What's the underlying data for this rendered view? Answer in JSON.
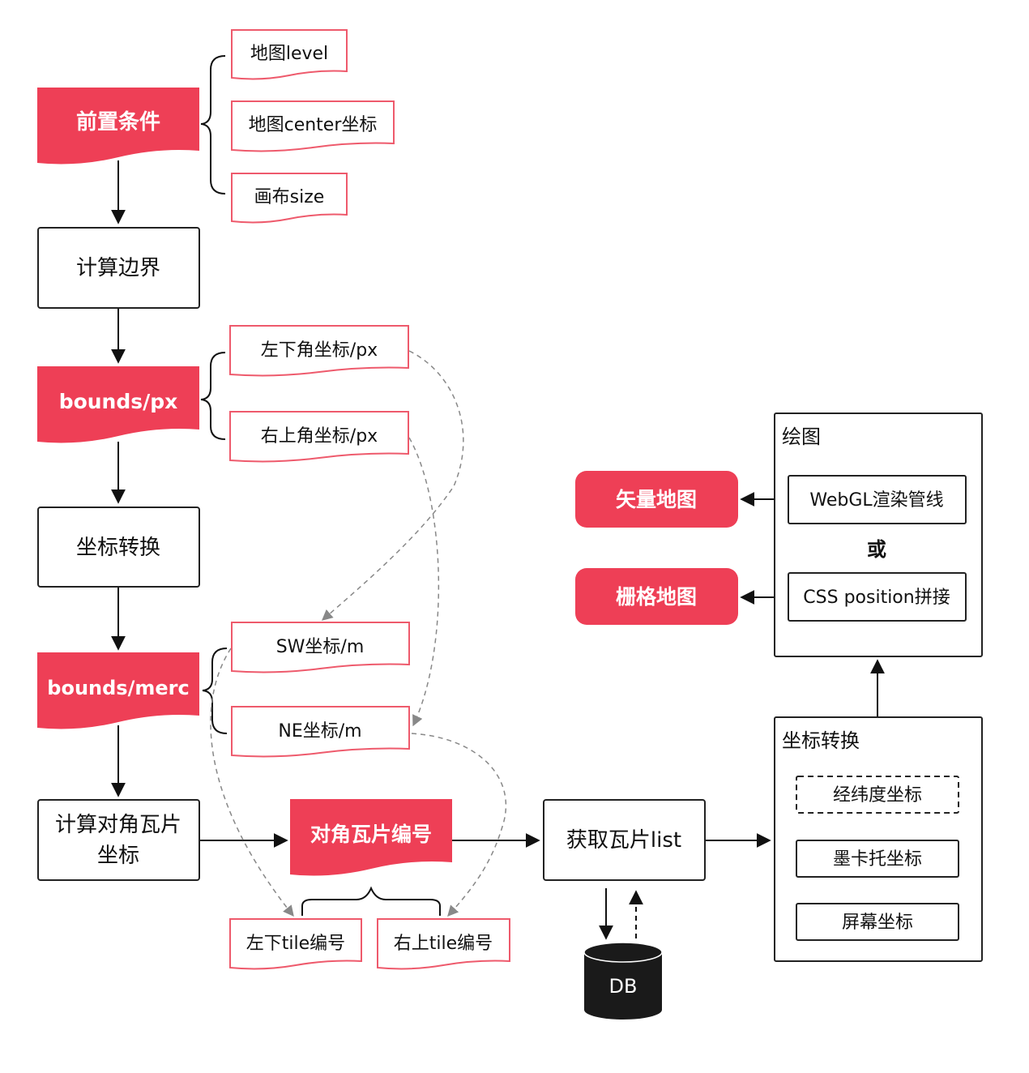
{
  "colors": {
    "accent": "#ee3f56",
    "accent_border": "#ee5a6c",
    "box_border": "#222222",
    "dashed_line": "#888888",
    "db": "#1a1a1a"
  },
  "nodes": {
    "precondition": "前置条件",
    "map_level": "地图level",
    "map_center": "地图center坐标",
    "canvas_size": "画布size",
    "calc_bounds": "计算边界",
    "bounds_px": "bounds/px",
    "bottom_left_px": "左下角坐标/px",
    "top_right_px": "右上角坐标/px",
    "coord_transform": "坐标转换",
    "bounds_merc": "bounds/merc",
    "sw_m": "SW坐标/m",
    "ne_m": "NE坐标/m",
    "calc_diag_line1": "计算对角瓦片",
    "calc_diag_line2": "坐标",
    "diag_tile_no": "对角瓦片编号",
    "bl_tile": "左下tile编号",
    "tr_tile": "右上tile编号",
    "fetch_tiles": "获取瓦片list",
    "db": "DB",
    "draw_title": "绘图",
    "webgl": "WebGL渲染管线",
    "or": "或",
    "css_pos": "CSS position拼接",
    "vector_map": "矢量地图",
    "raster_map": "栅格地图",
    "transform_title": "坐标转换",
    "latlng": "经纬度坐标",
    "mercator": "墨卡托坐标",
    "screen": "屏幕坐标"
  }
}
